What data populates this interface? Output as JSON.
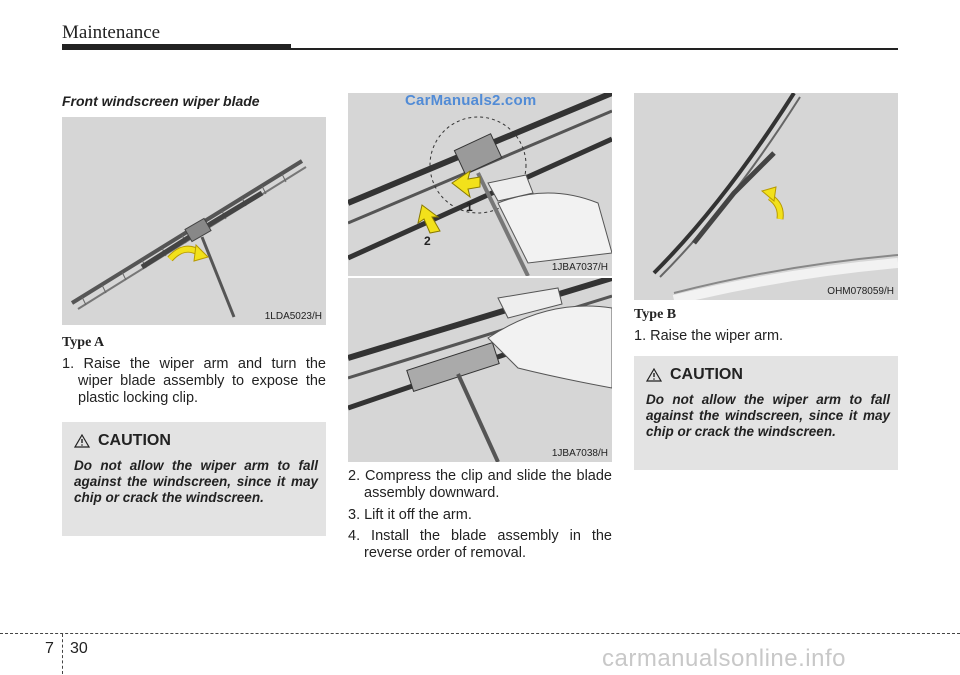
{
  "header": {
    "title": "Maintenance"
  },
  "section_title": "Front windscreen wiper blade",
  "watermark": "CarManuals2.com",
  "figures": {
    "fig1": {
      "code": "1LDA5023/H"
    },
    "fig2": {
      "code": "1JBA7037/H",
      "callout_1": "1",
      "callout_2": "2"
    },
    "fig3": {
      "code": "1JBA7038/H"
    },
    "fig4": {
      "code": "OHM078059/H"
    }
  },
  "type_a": {
    "label": "Type A",
    "steps": [
      "1. Raise the wiper arm and turn the wiper blade assembly to expose the plastic locking clip."
    ]
  },
  "type_a_cont": {
    "steps": [
      "2. Compress the clip and slide the blade assembly downward.",
      "3. Lift it off the arm.",
      "4. Install the blade assembly in the reverse order of removal."
    ]
  },
  "type_b": {
    "label": "Type B",
    "steps": [
      "1. Raise the wiper arm."
    ]
  },
  "caution_left": {
    "heading": "CAUTION",
    "text": "Do not allow the wiper arm to fall against the windscreen, since it may chip or crack the windscreen."
  },
  "caution_right": {
    "heading": "CAUTION",
    "text": "Do not allow the wiper arm to fall against the windscreen, since it may chip or crack the windscreen."
  },
  "footer": {
    "section": "7",
    "page": "30",
    "site": "carmanualsonline.info"
  },
  "colors": {
    "figure_bg": "#d6d6d6",
    "caution_bg": "#e3e3e3",
    "arrow": "#f2e11b",
    "watermark": "#3a7fd6"
  }
}
